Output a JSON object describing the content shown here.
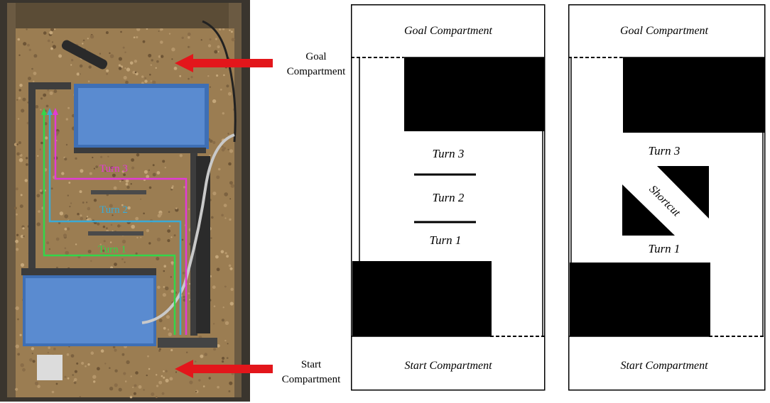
{
  "photo_panel": {
    "turn_labels": [
      "Turn 3",
      "Turn 2",
      "Turn 1"
    ],
    "goal_arrow_label": [
      "Goal",
      "Compartment"
    ],
    "start_arrow_label": [
      "Start",
      "Compartment"
    ]
  },
  "maze_standard": {
    "goal_label": "Goal Compartment",
    "start_label": "Start Compartment",
    "turns": [
      "Turn 3",
      "Turn 2",
      "Turn 1"
    ]
  },
  "maze_shortcut": {
    "goal_label": "Goal Compartment",
    "start_label": "Start Compartment",
    "turns": [
      "Turn 3",
      "Turn 1"
    ],
    "shortcut_label": "Shortcut"
  },
  "colors": {
    "arrow": "#e3161b",
    "path_green": "#33d64a",
    "path_cyan": "#3aaad6",
    "path_magenta": "#e23ad6",
    "water_blue": "#4d7fc4",
    "tank_gravel": "#9b7d52"
  }
}
